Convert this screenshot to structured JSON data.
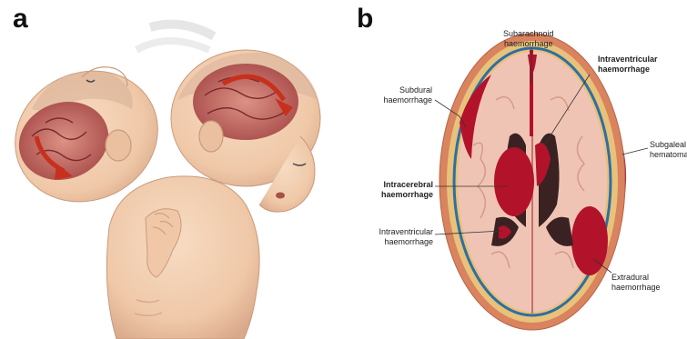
{
  "panels": {
    "a": {
      "letter": "a"
    },
    "b": {
      "letter": "b"
    }
  },
  "labels": {
    "subarachnoid": {
      "line1": "Subarachnoid",
      "line2": "haemorrhage"
    },
    "intraventricular_top": {
      "line1": "Intraventricular",
      "line2": "haemorrhage"
    },
    "subdural": {
      "line1": "Subdural",
      "line2": "haemorrhage"
    },
    "subgaleal": {
      "line1": "Subgaleal",
      "line2": "hematoma"
    },
    "intracerebral": {
      "line1": "Intracerebral",
      "line2": "haemorrhage"
    },
    "intraventricular_bottom": {
      "line1": "Intraventricular",
      "line2": "haemorrhage"
    },
    "extradural": {
      "line1": "Extradural",
      "line2": "haemorrhage"
    }
  },
  "colors": {
    "skin": "#f2cfb0",
    "skin_shadow": "#d9a98a",
    "brain": "#b84a4a",
    "brain_light": "#d98a7e",
    "arrow": "#c8301e",
    "blood": "#b3122b",
    "dura_blue": "#2f6ea3",
    "skull": "#e8c27a",
    "scalp": "#d9835f",
    "brain_tissue": "#f0c4b4"
  }
}
